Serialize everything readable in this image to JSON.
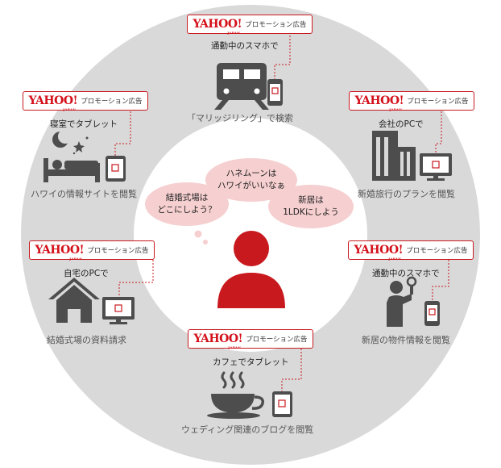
{
  "ad_brand": {
    "yahoo": "YAHOO!",
    "japan": "JAPAN",
    "promo": "プロモーション広告"
  },
  "colors": {
    "accent": "#c8191e",
    "ring": "#d9d9d9",
    "icon": "#4d4d4d",
    "bubble": "#f6cfd0"
  },
  "scenes": [
    {
      "id": "commute-phone-top",
      "context": "通勤中のスマホで",
      "action": "「マリッジリング」で検索",
      "icons": [
        "train-icon",
        "smartphone-icon"
      ]
    },
    {
      "id": "office-pc",
      "context": "会社のPCで",
      "action": "新婚旅行のプランを閲覧",
      "icons": [
        "building-icon",
        "monitor-icon"
      ]
    },
    {
      "id": "commute-phone-right",
      "context": "通勤中のスマホで",
      "action": "新居の物件情報を閲覧",
      "icons": [
        "standing-commuter-icon",
        "smartphone-icon"
      ]
    },
    {
      "id": "cafe-tablet",
      "context": "カフェでタブレット",
      "action": "ウェディング関連のブログを閲覧",
      "icons": [
        "coffee-cup-icon",
        "tablet-icon"
      ]
    },
    {
      "id": "home-pc",
      "context": "自宅のPCで",
      "action": "結婚式場の資料請求",
      "icons": [
        "house-icon",
        "monitor-icon"
      ]
    },
    {
      "id": "bedroom-tablet",
      "context": "寝室でタブレット",
      "action": "ハワイの情報サイトを閲覧",
      "icons": [
        "moon-stars-icon",
        "bed-icon",
        "tablet-icon"
      ]
    }
  ],
  "thoughts": {
    "left": [
      "結婚式場は",
      "どこにしよう？"
    ],
    "middle": [
      "ハネムーンは",
      "ハワイがいいなぁ"
    ],
    "right": [
      "新居は",
      "1LDKにしよう"
    ]
  }
}
